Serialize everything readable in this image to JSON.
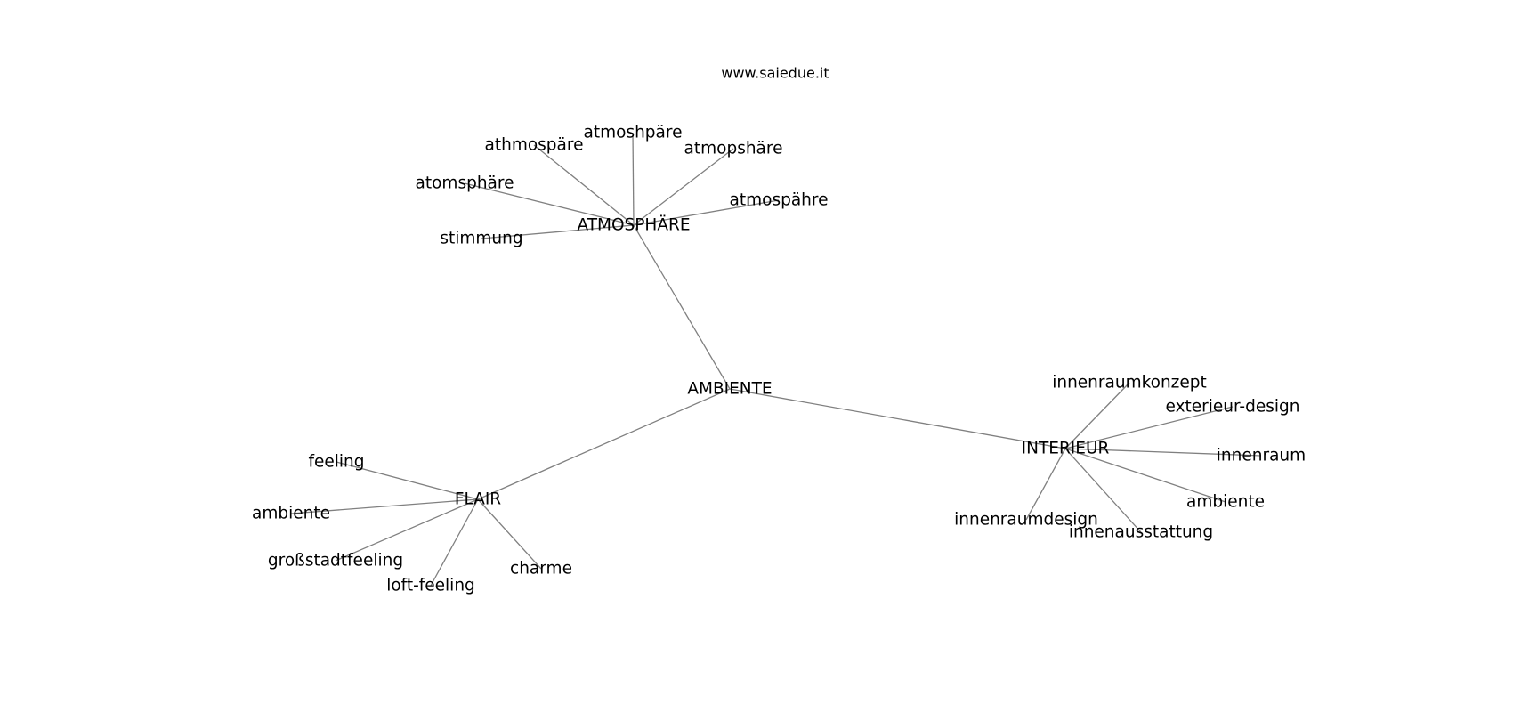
{
  "source_label": "www.saiedue.it",
  "colors": {
    "edge": "#808080",
    "text": "#000000",
    "background": "#ffffff"
  },
  "root": "AMBIENTE",
  "nodes": [
    {
      "id": "ambiente-root",
      "label": "AMBIENTE"
    },
    {
      "id": "atmosphaere",
      "label": "ATMOSPHÄRE"
    },
    {
      "id": "interieur",
      "label": "INTERIEUR"
    },
    {
      "id": "flair",
      "label": "FLAIR"
    },
    {
      "id": "athmospaere",
      "label": "athmospäre"
    },
    {
      "id": "atmoshpaere",
      "label": "atmoshpäre"
    },
    {
      "id": "atmopshaere",
      "label": "atmopshäre"
    },
    {
      "id": "atomsphaere",
      "label": "atomsphäre"
    },
    {
      "id": "atmospaehre",
      "label": "atmospähre"
    },
    {
      "id": "stimmung",
      "label": "stimmung"
    },
    {
      "id": "innenraumkonzept",
      "label": "innenraumkonzept"
    },
    {
      "id": "exterieur-design",
      "label": "exterieur-design"
    },
    {
      "id": "innenraum",
      "label": "innenraum"
    },
    {
      "id": "ambiente-interieur",
      "label": "ambiente"
    },
    {
      "id": "innenraumdesign",
      "label": "innenraumdesign"
    },
    {
      "id": "innenausstattung",
      "label": "innenausstattung"
    },
    {
      "id": "feeling",
      "label": "feeling"
    },
    {
      "id": "ambiente-flair",
      "label": "ambiente"
    },
    {
      "id": "grossstadtfeeling",
      "label": "großstadtfeeling"
    },
    {
      "id": "loft-feeling",
      "label": "loft-feeling"
    },
    {
      "id": "charme",
      "label": "charme"
    }
  ],
  "edges": [
    [
      "ambiente-root",
      "atmosphaere"
    ],
    [
      "ambiente-root",
      "interieur"
    ],
    [
      "ambiente-root",
      "flair"
    ],
    [
      "atmosphaere",
      "athmospaere"
    ],
    [
      "atmosphaere",
      "atmoshpaere"
    ],
    [
      "atmosphaere",
      "atmopshaere"
    ],
    [
      "atmosphaere",
      "atomsphaere"
    ],
    [
      "atmosphaere",
      "atmospaehre"
    ],
    [
      "atmosphaere",
      "stimmung"
    ],
    [
      "interieur",
      "innenraumkonzept"
    ],
    [
      "interieur",
      "exterieur-design"
    ],
    [
      "interieur",
      "innenraum"
    ],
    [
      "interieur",
      "ambiente-interieur"
    ],
    [
      "interieur",
      "innenraumdesign"
    ],
    [
      "interieur",
      "innenausstattung"
    ],
    [
      "flair",
      "feeling"
    ],
    [
      "flair",
      "ambiente-flair"
    ],
    [
      "flair",
      "grossstadtfeeling"
    ],
    [
      "flair",
      "loft-feeling"
    ],
    [
      "flair",
      "charme"
    ]
  ]
}
